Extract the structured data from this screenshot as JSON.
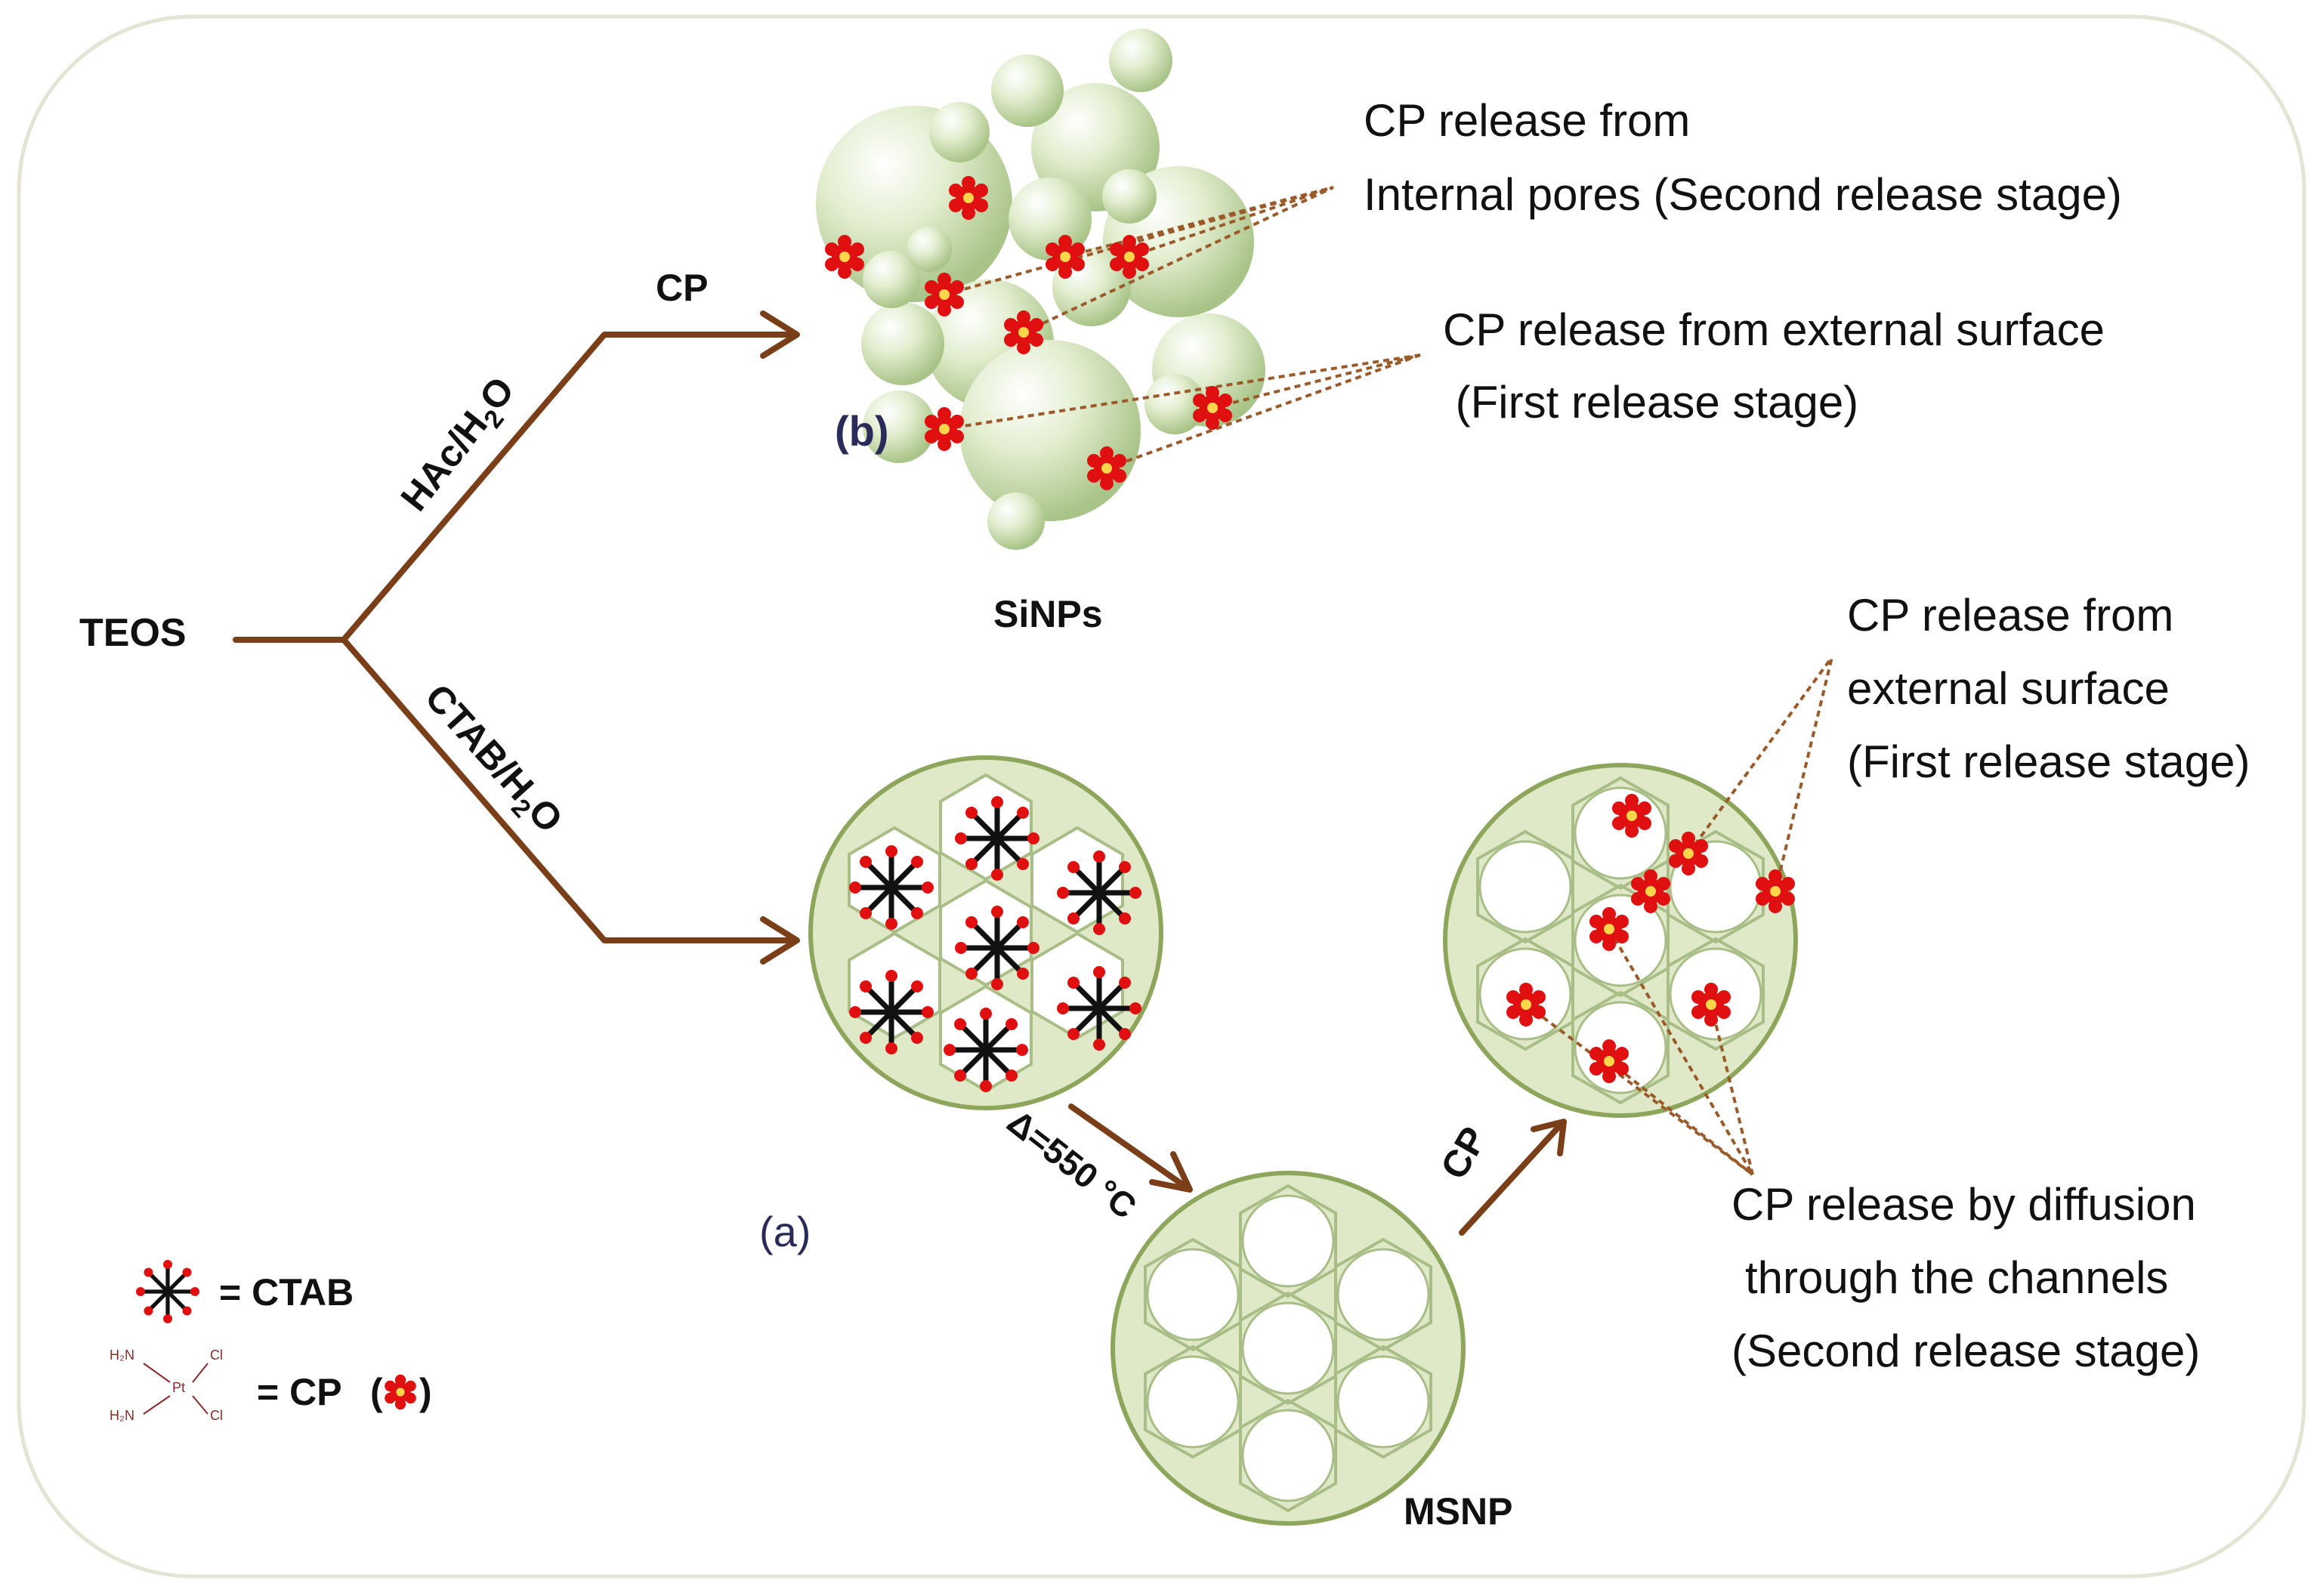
{
  "top_branch": {
    "condition": "HAc/H",
    "condition_sub": "2",
    "condition_tail": "O",
    "reagent": "CP",
    "panel_label": "(b)",
    "product": "SiNPs"
  },
  "start_material": "TEOS",
  "bottom_branch": {
    "condition": "CTAB/H",
    "condition_sub": "2",
    "condition_tail": "O",
    "panel_label": "(a)",
    "calcination": "Δ=550 °C",
    "product": "MSNP",
    "reagent": "CP"
  },
  "annotations": {
    "sinp_internal": [
      "CP release from",
      "Internal pores (Second release  stage)"
    ],
    "sinp_external": [
      "CP release from external surface",
      " (First release stage)"
    ],
    "msnp_external": [
      "CP release from",
      "external surface",
      "(First release stage)"
    ],
    "msnp_diffusion": [
      "CP release by diffusion",
      "through the channels",
      "(Second release stage)"
    ]
  },
  "legend": {
    "ctab": "= CTAB",
    "cp": "= CP",
    "cp_paren_open": "(",
    "cp_paren_close": ")",
    "cp_structure": {
      "top_left": "H₂N",
      "bottom_left": "H₂N",
      "center": "Pt",
      "top_right": "Cl",
      "bottom_right": "Cl"
    }
  },
  "colors": {
    "arrow": "#7a3f18",
    "silica_fill": "#dfe9c8",
    "silica_stroke": "#8ea65c",
    "drug": "#e01010",
    "dotted": "#9a5a2a",
    "frame": "#e4e4d4"
  }
}
